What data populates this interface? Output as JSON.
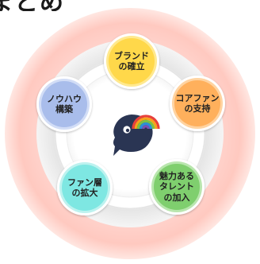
{
  "header_text": "まとめ",
  "center_icon": "speech-bubble-rainbow-icon",
  "elements": [
    {
      "label": "ブランド\nの確立",
      "color": "#FFD84A",
      "ring": "#FFE98F"
    },
    {
      "label": "コアファン\nの支持",
      "color": "#FFB05C",
      "ring": "#FFD3A0"
    },
    {
      "label": "魅力ある\nタレント\nの加入",
      "color": "#7FCF6E",
      "ring": "#B9E6AE"
    },
    {
      "label": "ファン層\nの拡大",
      "color": "#7EE7E2",
      "ring": "#BDF2EF"
    },
    {
      "label": "ノウハウ\n構築",
      "color": "#A9BDEB",
      "ring": "#D2DDF6"
    }
  ]
}
